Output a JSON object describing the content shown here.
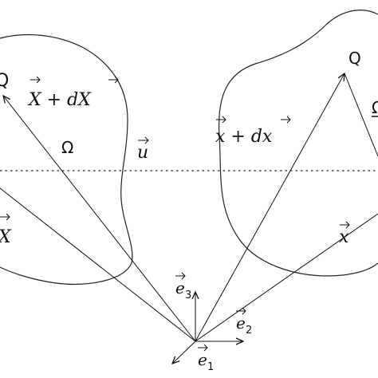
{
  "figure": {
    "left_body": {
      "region_label": "Ω",
      "point_label": "Q",
      "vector_top": "X + dX",
      "vector_bottom": "X"
    },
    "right_body": {
      "region_label": "Ω",
      "point_label": "Q",
      "vector_top": "x + dx",
      "vector_bottom": "x"
    },
    "displacement_label": "u",
    "basis": {
      "e1": "e",
      "e1_sub": "1",
      "e2": "e",
      "e2_sub": "2",
      "e3": "e",
      "e3_sub": "3"
    }
  }
}
